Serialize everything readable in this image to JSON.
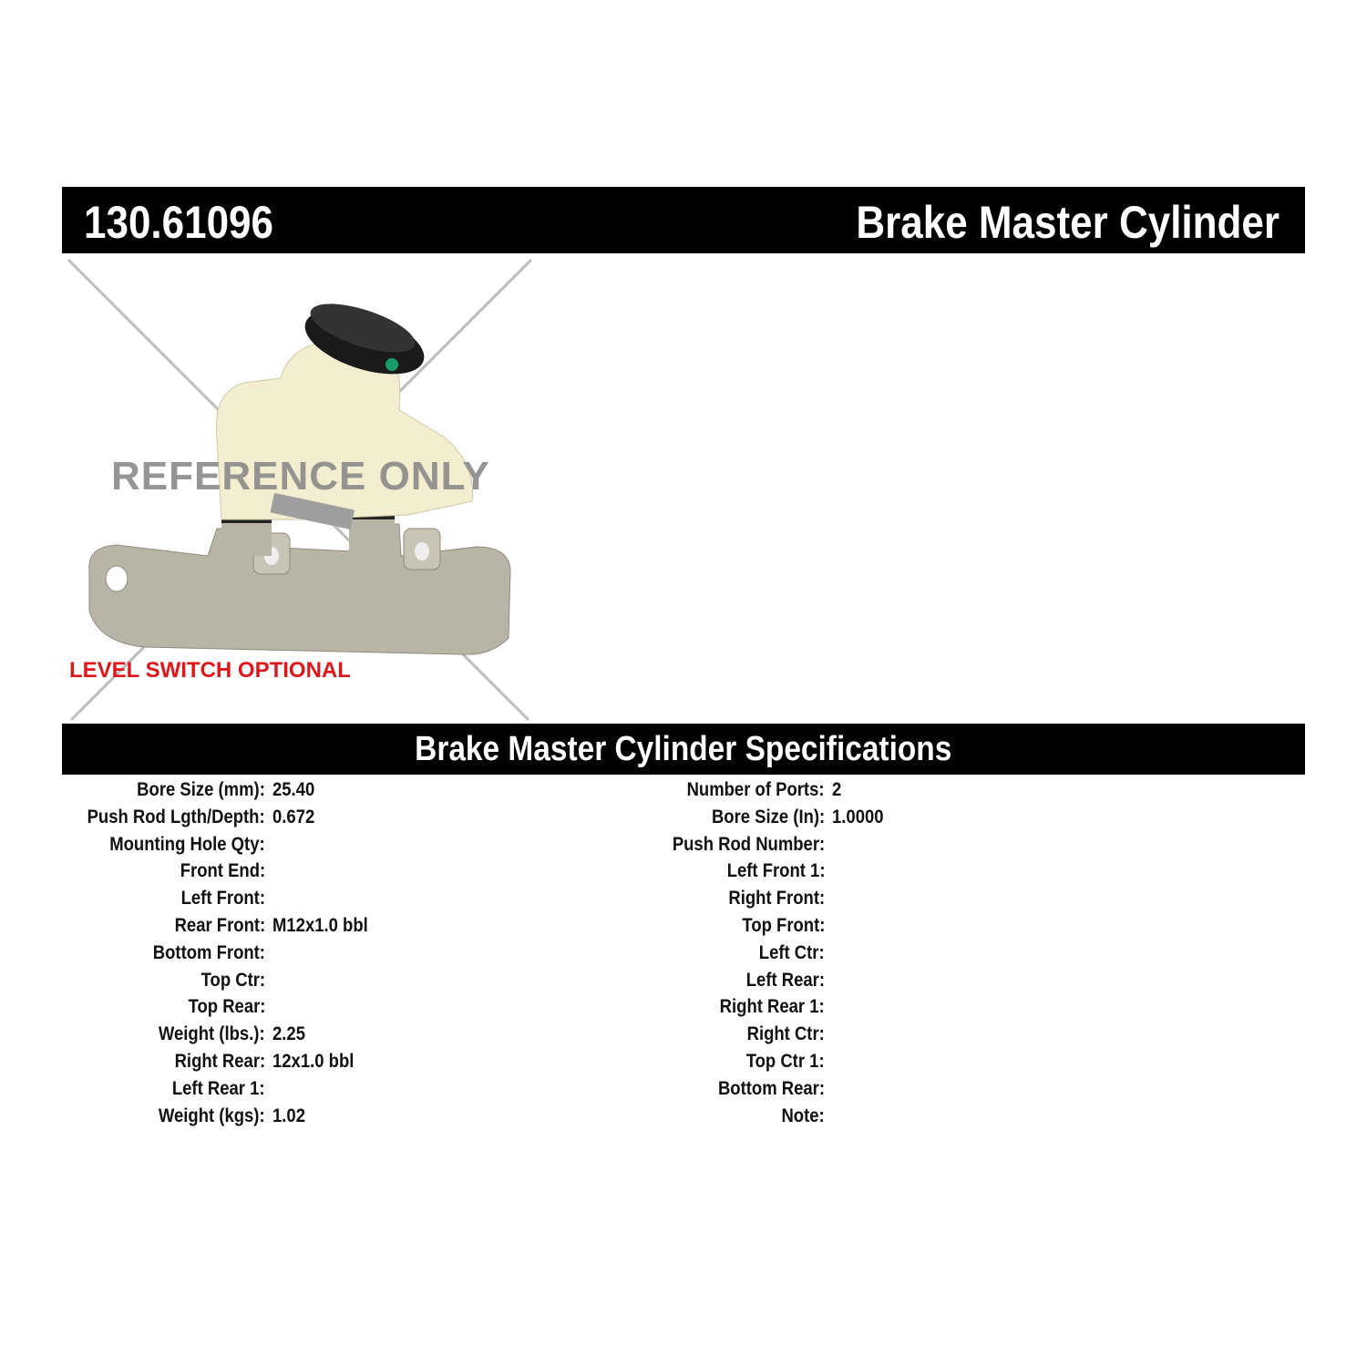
{
  "header": {
    "part_number": "130.61096",
    "product_title": "Brake Master Cylinder"
  },
  "image": {
    "watermark": "REFERENCE ONLY",
    "note": "LEVEL SWITCH OPTIONAL"
  },
  "specs": {
    "title": "Brake Master Cylinder Specifications",
    "left": [
      {
        "label": "Bore Size (mm):",
        "value": "25.40"
      },
      {
        "label": "Push Rod Lgth/Depth:",
        "value": "0.672"
      },
      {
        "label": "Mounting Hole Qty:",
        "value": ""
      },
      {
        "label": "Front End:",
        "value": ""
      },
      {
        "label": "Left Front:",
        "value": ""
      },
      {
        "label": "Rear Front:",
        "value": "M12x1.0 bbl"
      },
      {
        "label": "Bottom Front:",
        "value": ""
      },
      {
        "label": "Top Ctr:",
        "value": ""
      },
      {
        "label": "Top Rear:",
        "value": ""
      },
      {
        "label": "Weight (lbs.):",
        "value": "2.25"
      },
      {
        "label": "Right Rear:",
        "value": "12x1.0 bbl"
      },
      {
        "label": "Left Rear 1:",
        "value": ""
      },
      {
        "label": "Weight (kgs):",
        "value": "1.02"
      }
    ],
    "right": [
      {
        "label": "Number of Ports:",
        "value": "2"
      },
      {
        "label": "Bore Size (In):",
        "value": "1.0000"
      },
      {
        "label": "Push Rod Number:",
        "value": ""
      },
      {
        "label": "Left Front 1:",
        "value": ""
      },
      {
        "label": "Right Front:",
        "value": ""
      },
      {
        "label": "Top Front:",
        "value": ""
      },
      {
        "label": "Left Ctr:",
        "value": ""
      },
      {
        "label": "Left Rear:",
        "value": ""
      },
      {
        "label": "Right Rear 1:",
        "value": ""
      },
      {
        "label": "Right Ctr:",
        "value": ""
      },
      {
        "label": "Top Ctr 1:",
        "value": ""
      },
      {
        "label": "Bottom Rear:",
        "value": ""
      },
      {
        "label": "Note:",
        "value": ""
      }
    ]
  }
}
